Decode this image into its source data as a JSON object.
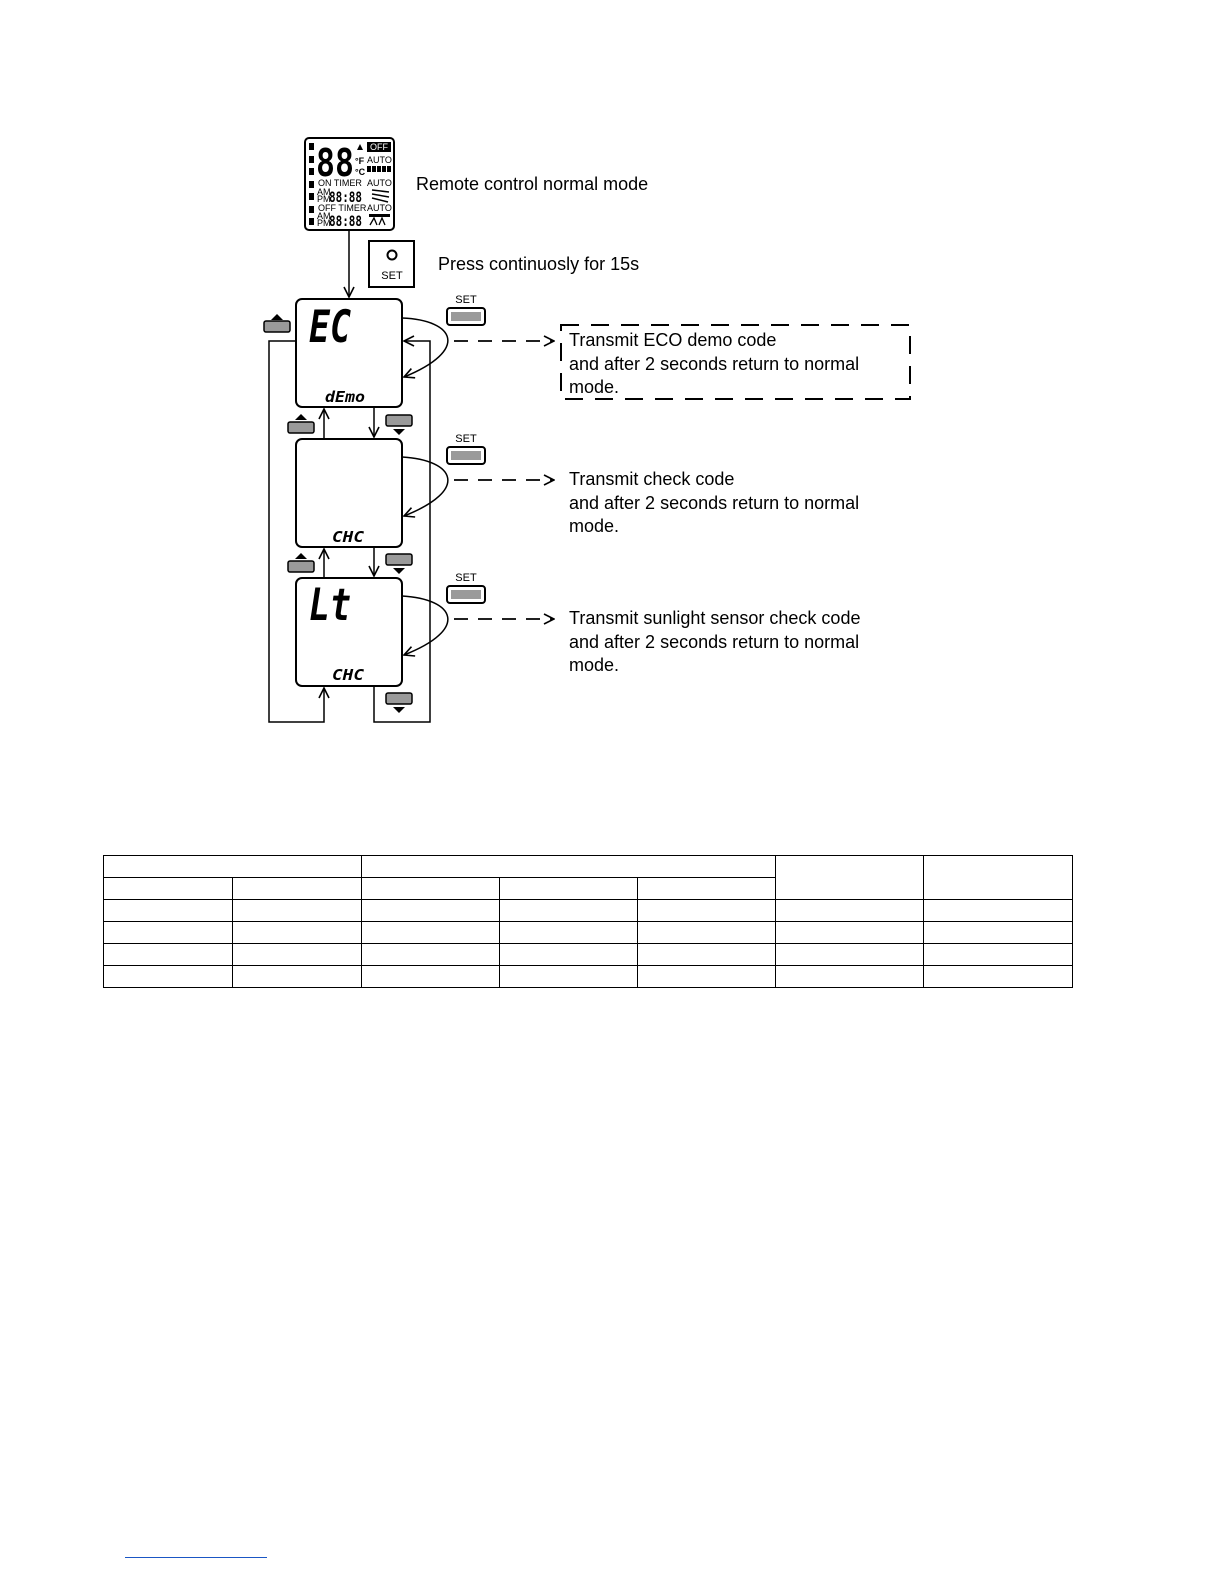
{
  "remote": {
    "big_digits": "88",
    "off_badge": "OFF",
    "auto_label": "AUTO",
    "deg_f": "°F",
    "deg_c": "°C",
    "on_timer": "ON  TIMER",
    "off_timer": "OFF  TIMER",
    "am": "AM",
    "pm": "PM",
    "time_digits": "88:88"
  },
  "labels": {
    "normal_mode": "Remote control normal mode",
    "press_continuously": "Press continuosly for 15s",
    "set_button": "SET",
    "set_small": "SET"
  },
  "screens": [
    {
      "top": "EC",
      "bottom": "dEmo"
    },
    {
      "top": "",
      "bottom": "CHC"
    },
    {
      "top": "Lt",
      "bottom": "CHC"
    }
  ],
  "actions": [
    {
      "line1": "Transmit ECO demo code",
      "line2": "and after 2 seconds return to normal",
      "line3": "mode."
    },
    {
      "line1": "Transmit check code",
      "line2": "and after 2 seconds return to normal",
      "line3": "mode."
    },
    {
      "line1": "Transmit sunlight sensor check code",
      "line2": "and after 2 seconds return to normal",
      "line3": "mode."
    }
  ]
}
